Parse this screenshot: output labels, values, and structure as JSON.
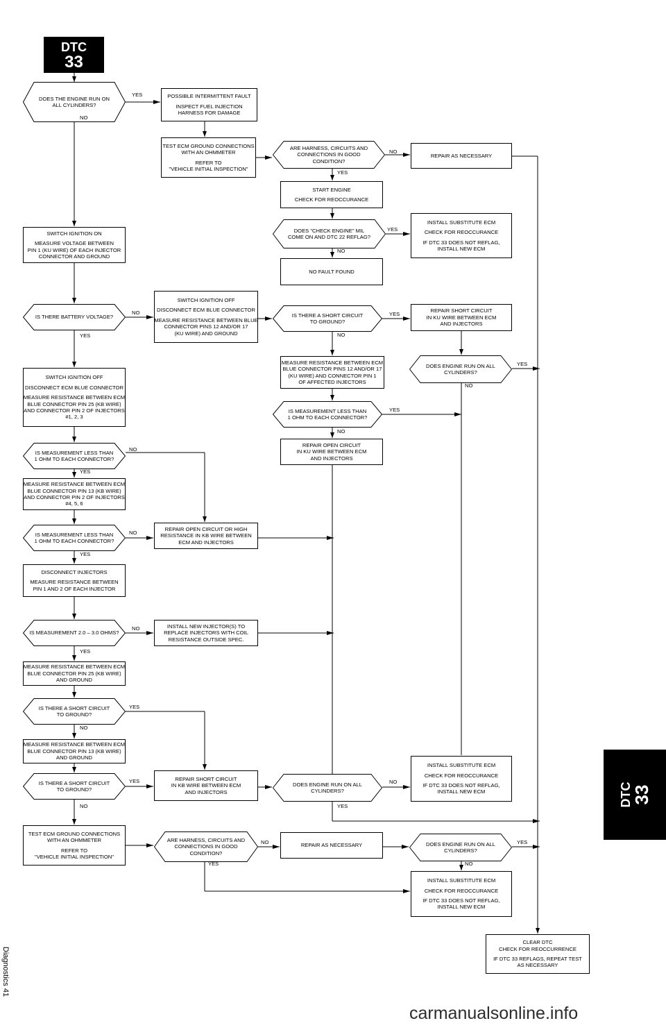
{
  "page": {
    "code_label": "DTC",
    "code_number": "33",
    "footer": "Diagnostics 41",
    "watermark": "carmanualsonline.info"
  },
  "steps": {
    "d1": [
      "DOES THE ENGINE RUN ON",
      "ALL CYLINDERS?"
    ],
    "a1": [
      "POSSIBLE INTERMITTENT FAULT",
      "",
      "INSPECT FUEL INJECTION",
      "HARNESS FOR DAMAGE"
    ],
    "a2": [
      "TEST ECM GROUND CONNECTIONS",
      "WITH AN OHMMETER",
      "",
      "REFER TO",
      "\"VEHICLE INITIAL INSPECTION\""
    ],
    "d2": [
      "ARE HARNESS, CIRCUITS AND",
      "CONNECTIONS IN GOOD",
      "CONDITION?"
    ],
    "a3": [
      "REPAIR AS NECESSARY"
    ],
    "a4": [
      "START ENGINE",
      "",
      "CHECK FOR REOCCURANCE"
    ],
    "d3": [
      "DOES \"CHECK ENGINE\" MIL",
      "COME ON AND DTC 22 REFLAG?"
    ],
    "a5": [
      "INSTALL SUBSTITUTE ECM",
      "",
      "CHECK FOR REOCCURANCE",
      "",
      "IF DTC 33 DOES NOT REFLAG,",
      "INSTALL NEW ECM"
    ],
    "a6": [
      "NO FAULT FOUND"
    ],
    "b1": [
      "SWITCH IGNITION ON",
      "",
      "MEASURE VOLTAGE BETWEEN",
      "PIN 1 (KU WIRE) OF EACH INJECTOR",
      "CONNECTOR AND GROUND"
    ],
    "d4": [
      "IS THERE BATTERY VOLTAGE?"
    ],
    "b2": [
      "SWITCH IGNITION OFF",
      "",
      "DISCONNECT ECM BLUE CONNECTOR",
      "",
      "MEASURE RESISTANCE BETWEEN BLUE",
      "CONNECTOR PINS 12 AND/OR 17",
      "(KU WIRE) AND GROUND"
    ],
    "d5": [
      "IS THERE A SHORT CIRCUIT",
      "TO GROUND?"
    ],
    "b3": [
      "REPAIR SHORT CIRCUIT",
      "IN KU WIRE BETWEEN ECM",
      "AND INJECTORS"
    ],
    "b4": [
      "MEASURE RESISTANCE BETWEEN ECM",
      "BLUE CONNECTOR PINS 12 AND/OR 17",
      "(KU WIRE) AND CONNECTOR PIN 1",
      "OF AFFECTED INJECTORS"
    ],
    "d6": [
      "DOES ENGINE RUN ON ALL",
      "CYLINDERS?"
    ],
    "c1": [
      "SWITCH IGNITION OFF",
      "",
      "DISCONNECT ECM BLUE CONNECTOR",
      "",
      "MEASURE RESISTANCE BETWEEN ECM",
      "BLUE CONNECTOR PIN 25 (KB WIRE)",
      "AND CONNECTOR PIN 2 OF INJECTORS",
      "#1, 2, 3"
    ],
    "d7": [
      "IS MEASUREMENT LESS THAN",
      "1 OHM TO EACH CONNECTOR?"
    ],
    "b5": [
      "REPAIR OPEN CIRCUIT",
      "IN KU WIRE BETWEEN ECM",
      "AND INJECTORS"
    ],
    "d8": [
      "IS MEASUREMENT LESS THAN",
      "1 OHM TO EACH CONNECTOR?"
    ],
    "c2": [
      "MEASURE RESISTANCE BETWEEN ECM",
      "BLUE CONNECTOR PIN 13 (KB WIRE)",
      "AND CONNECTOR PIN 2 OF INJECTORS",
      "#4, 5, 6"
    ],
    "d9": [
      "IS MEASUREMENT LESS THAN",
      "1 OHM TO EACH CONNECTOR?"
    ],
    "c3": [
      "REPAIR OPEN CIRCUIT OR HIGH",
      "RESISTANCE IN KB WIRE BETWEEN",
      "ECM AND INJECTORS"
    ],
    "c4": [
      "DISCONNECT INJECTORS",
      "",
      "MEASURE RESISTANCE BETWEEN",
      "PIN 1 AND 2 OF EACH INJECTOR"
    ],
    "d10": [
      "IS MEASUREMENT 2.0 – 3.0 OHMS?"
    ],
    "c5": [
      "INSTALL NEW INJECTOR(S) TO",
      "REPLACE INJECTORS WITH COIL",
      "RESISTANCE OUTSIDE SPEC."
    ],
    "c6": [
      "MEASURE RESISTANCE BETWEEN ECM",
      "BLUE CONNECTOR PIN 25 (KB WIRE)",
      "AND GROUND"
    ],
    "d11": [
      "IS THERE A SHORT CIRCUIT",
      "TO GROUND?"
    ],
    "c7": [
      "MEASURE RESISTANCE BETWEEN ECM",
      "BLUE CONNECTOR PIN 13 (KB WIRE)",
      "AND GROUND"
    ],
    "d12": [
      "IS THERE A SHORT CIRCUIT",
      "TO GROUND?"
    ],
    "c8": [
      "REPAIR SHORT CIRCUIT",
      "IN KB WIRE BETWEEN ECM",
      "AND INJECTORS"
    ],
    "d13": [
      "DOES ENGINE RUN ON ALL",
      "CYLINDERS?"
    ],
    "a7": [
      "INSTALL SUBSTITUTE ECM",
      "",
      "CHECK FOR REOCCURANCE",
      "",
      "IF DTC 33 DOES NOT REFLAG,",
      "INSTALL NEW ECM"
    ],
    "c9": [
      "TEST ECM GROUND CONNECTIONS",
      "WITH AN OHMMETER",
      "",
      "REFER TO",
      "\"VEHICLE INITIAL INSPECTION\""
    ],
    "d14": [
      "ARE HARNESS, CIRCUITS AND",
      "CONNECTIONS IN GOOD",
      "CONDITION?"
    ],
    "c10": [
      "REPAIR AS NECESSARY"
    ],
    "d15": [
      "DOES ENGINE RUN ON ALL",
      "CYLINDERS?"
    ],
    "a8": [
      "INSTALL SUBSTITUTE ECM",
      "",
      "CHECK FOR REOCCURANCE",
      "",
      "IF DTC 33 DOES NOT REFLAG,",
      "INSTALL NEW ECM"
    ],
    "z1": [
      "CLEAR DTC",
      "CHECK FOR REOCCURRENCE",
      "",
      "IF DTC 33 REFLAGS, REPEAT TEST",
      "AS NECESSARY"
    ]
  },
  "branch_labels": {
    "d1_yes": "YES",
    "d1_no": "NO",
    "d2_no": "NO",
    "d2_yes": "YES",
    "d3_yes": "YES",
    "d3_no": "NO",
    "d4_no": "NO",
    "d4_yes": "YES",
    "d5_yes": "YES",
    "d5_no": "NO",
    "d6_yes": "YES",
    "d6_no": "NO",
    "d7_yes": "YES",
    "d7_no": "NO",
    "d8_no": "NO",
    "d8_yes": "YES",
    "d9_no": "NO",
    "d9_yes": "YES",
    "d10_no": "NO",
    "d10_yes": "YES",
    "d11_yes": "YES",
    "d11_no": "NO",
    "d12_yes": "YES",
    "d12_no": "NO",
    "d13_no": "NO",
    "d13_yes": "YES",
    "d14_no": "NO",
    "d14_yes": "YES",
    "d15_yes": "YES",
    "d15_no": "NO"
  }
}
